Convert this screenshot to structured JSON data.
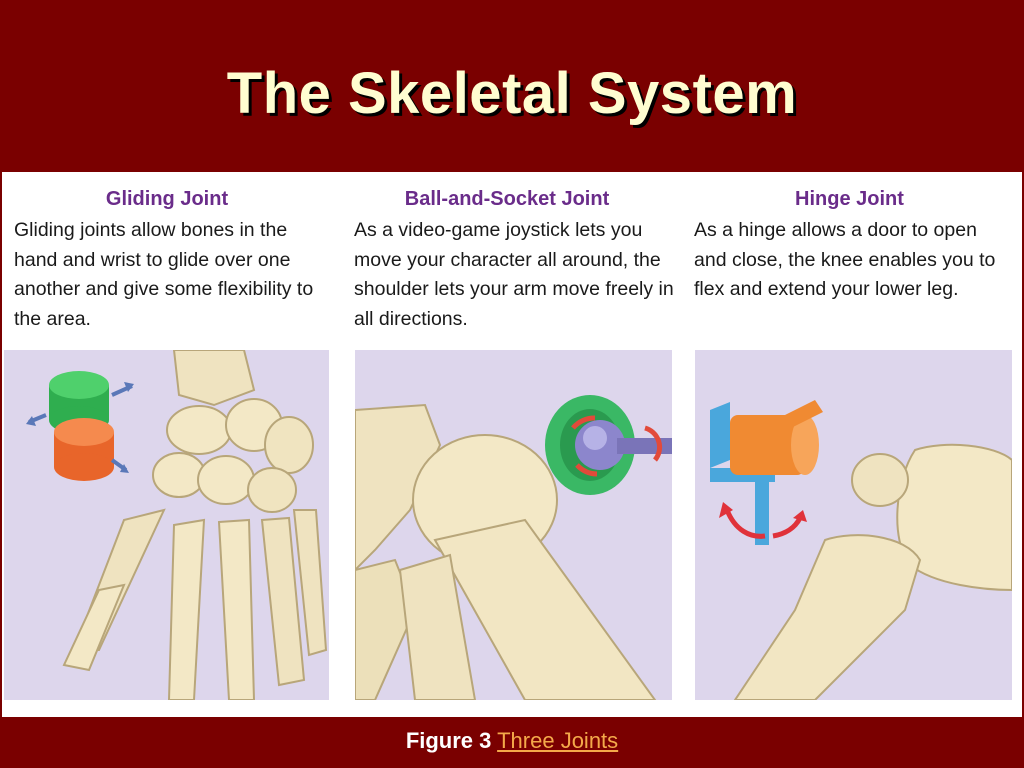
{
  "slide": {
    "title": "The Skeletal System"
  },
  "joints": [
    {
      "heading": "Gliding Joint",
      "text": "Gliding joints allow bones in the hand and wrist to glide over one another and give some flexibility to the area."
    },
    {
      "heading": "Ball-and-Socket Joint",
      "text": "As a video-game joystick lets you move your character all around, the shoulder lets your arm move freely in all directions."
    },
    {
      "heading": "Hinge Joint",
      "text": "As a hinge allows a door to open and close, the knee enables you to flex and extend your lower leg."
    }
  ],
  "caption": {
    "label": "Figure 3",
    "link_text": "Three Joints"
  },
  "colors": {
    "background": "#7a0000",
    "title": "#fffdd0",
    "heading": "#6a2c8a",
    "panel_bg": "#ddd6ec",
    "link": "#f4a94a"
  }
}
